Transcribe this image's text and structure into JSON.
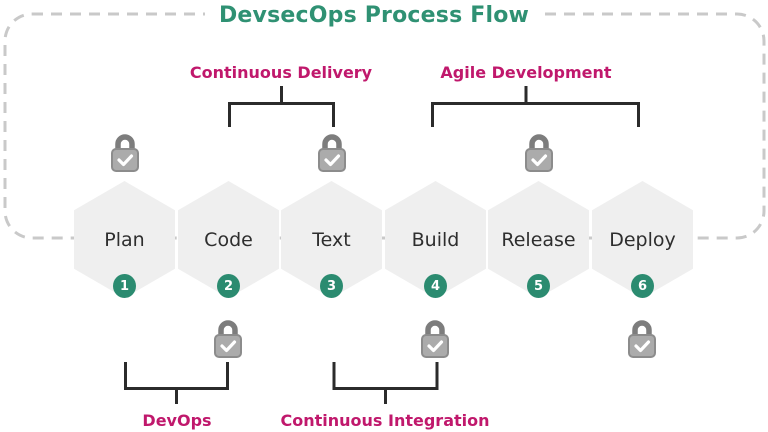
{
  "title": "DevsecOps Process Flow",
  "stages": [
    {
      "label": "Plan",
      "number": "1",
      "lock": "top"
    },
    {
      "label": "Code",
      "number": "2",
      "lock": "bottom"
    },
    {
      "label": "Text",
      "number": "3",
      "lock": "top"
    },
    {
      "label": "Build",
      "number": "4",
      "lock": "bottom"
    },
    {
      "label": "Release",
      "number": "5",
      "lock": "top"
    },
    {
      "label": "Deploy",
      "number": "6",
      "lock": "bottom"
    }
  ],
  "annotations": {
    "continuous_delivery": "Continuous Delivery",
    "agile_development": "Agile Development",
    "devops": "DevOps",
    "continuous_integration": "Continuous Integration"
  },
  "icons": {
    "lock": "padlock-with-checkmark"
  },
  "colors": {
    "title_teal": "#2F9173",
    "annotation_pink": "#C0186C",
    "badge_teal": "#2B8B70",
    "hexagon_fill": "#EFEFEF",
    "stage_text": "#2E2E2E",
    "bracket_line": "#2B2B2B",
    "dashed_border": "#C9C9C9",
    "lock_gray": "#ABABAB"
  }
}
